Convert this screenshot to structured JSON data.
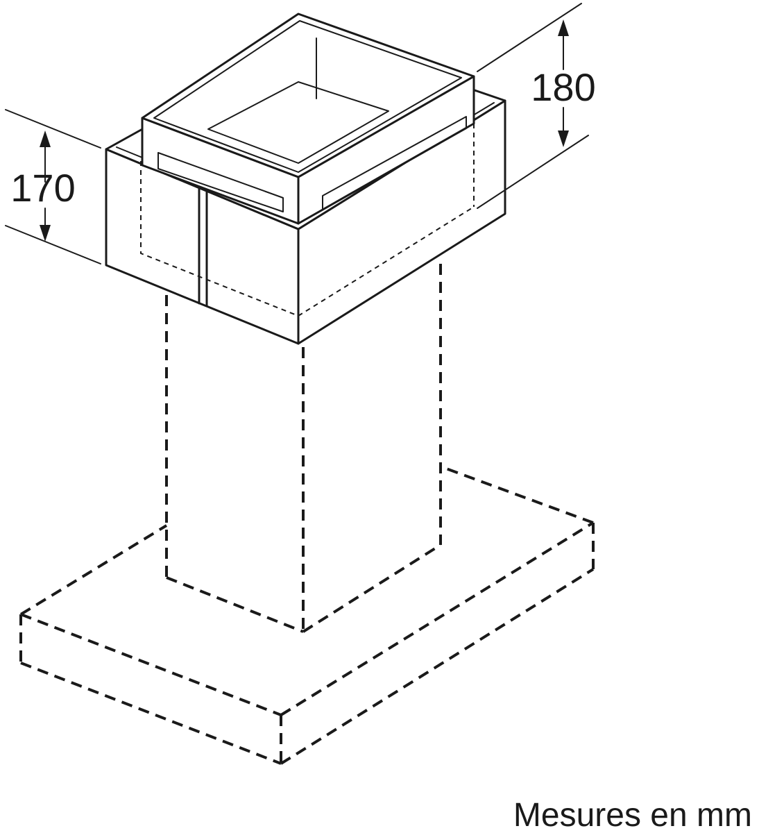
{
  "diagram": {
    "dimensions": {
      "outer_height": "170",
      "inner_height": "180"
    },
    "caption": "Mesures en mm"
  }
}
